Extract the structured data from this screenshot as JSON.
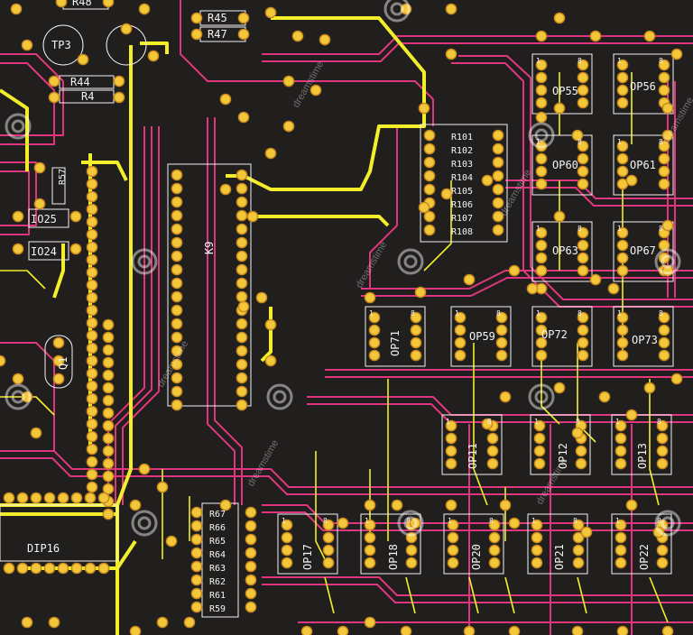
{
  "colors": {
    "background": "#211f1e",
    "trace_magenta": "#e0367f",
    "trace_yellow": "#f2ee2a",
    "pad_fill": "#f3c73a",
    "pad_ring": "#c9881e",
    "silkscreen": "#f2f2f2"
  },
  "labels": {
    "r48": "R48",
    "r45": "R45",
    "r47": "R47",
    "tp3": "TP3",
    "r44": "R44",
    "r4": "R4",
    "r57": "R57",
    "io25": "IO25",
    "io24": "IO24",
    "k9": "K9",
    "q1": "Q1",
    "op55": "OP55",
    "op56": "OP56",
    "op60": "OP60",
    "op61": "OP61",
    "op63": "OP63",
    "op67": "OP67",
    "op71": "OP71",
    "op59": "OP59",
    "op72": "OP72",
    "op73": "OP73",
    "op11": "OP11",
    "op12": "OP12",
    "op13": "OP13",
    "op17": "OP17",
    "op18": "OP18",
    "op20": "OP20",
    "op21": "OP21",
    "op22": "OP22",
    "dip16": "DIP16",
    "r101": "R101",
    "r102": "R102",
    "r103": "R103",
    "r104": "R104",
    "r105": "R105",
    "r106": "R106",
    "r107": "R107",
    "r108": "R108",
    "r67": "R67",
    "r66": "R66",
    "r65": "R65",
    "r64": "R64",
    "r63": "R63",
    "r62": "R62",
    "r61": "R61",
    "r59": "R59"
  },
  "watermark": {
    "text": "dreamstime"
  }
}
